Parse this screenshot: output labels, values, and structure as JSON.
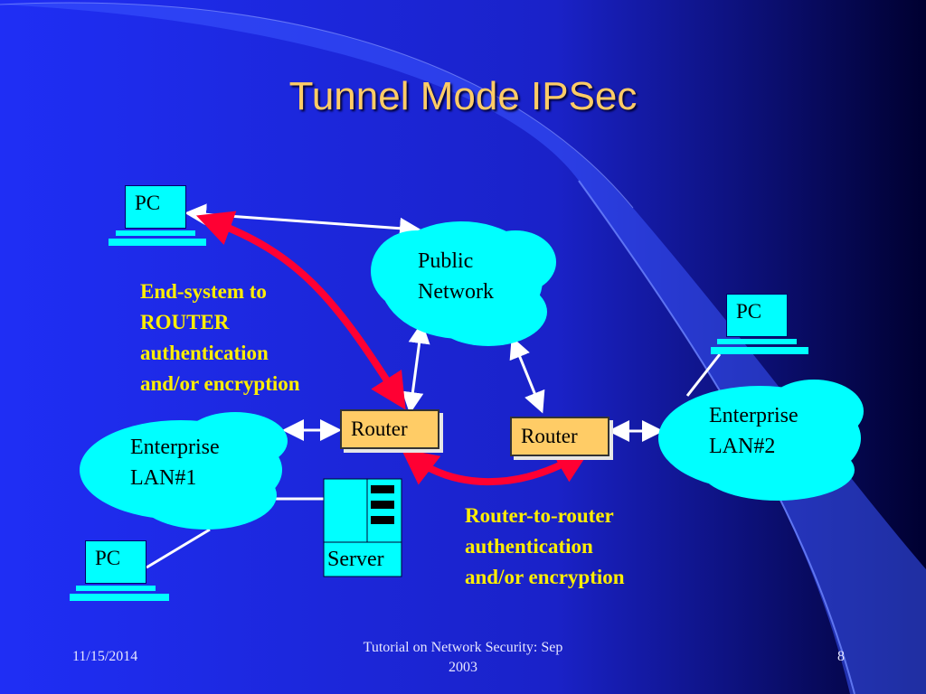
{
  "title": "Tunnel Mode IPSec",
  "nodes": {
    "pc_top_left": "PC",
    "pc_right": "PC",
    "pc_bottom_left": "PC",
    "public_network_line1": "Public",
    "public_network_line2": "Network",
    "lan1_line1": "Enterprise",
    "lan1_line2": "LAN#1",
    "lan2_line1": "Enterprise",
    "lan2_line2": "LAN#2",
    "router1": "Router",
    "router2": "Router",
    "server": "Server"
  },
  "annotations": {
    "end_system": [
      "End-system to",
      "ROUTER",
      "authentication",
      "and/or encryption"
    ],
    "router_to_router": [
      "Router-to-router",
      "authentication",
      "and/or encryption"
    ]
  },
  "footer": {
    "date": "11/15/2014",
    "center_line1": "Tutorial on Network Security: Sep",
    "center_line2": "2003",
    "page": "8"
  },
  "colors": {
    "background": "#1a22c8",
    "title": "#ffcc66",
    "cloud": "#00ffff",
    "router": "#ffcc66",
    "annotation": "#ffee00",
    "arrow_red": "#ff0033"
  }
}
